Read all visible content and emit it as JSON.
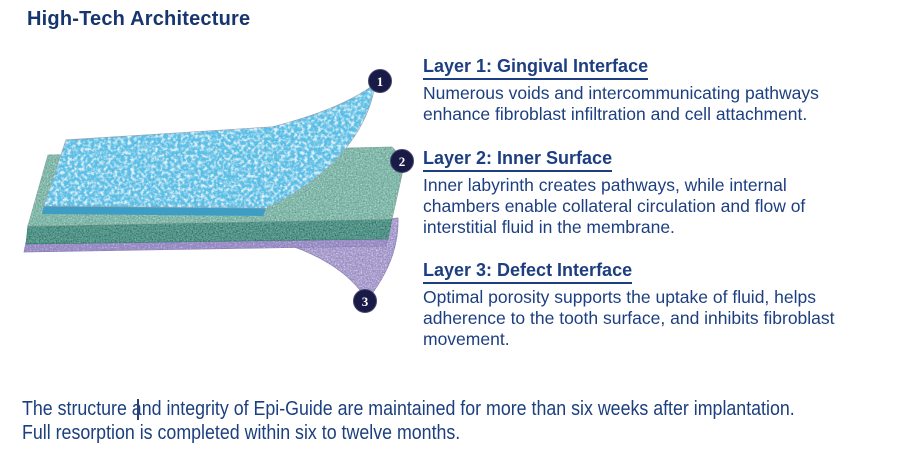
{
  "title": "High-Tech Architecture",
  "colors": {
    "text_blue": "#1d3f81",
    "title_blue": "#17356f",
    "layer1_blue_top": "#5ec2ea",
    "layer1_blue_edge": "#3e9dc4",
    "layer2_teal_top": "#7db9a9",
    "layer2_teal_front": "#4f988b",
    "layer3_purple_drape": "#a79bd0",
    "layer3_purple_strip": "#9487c2",
    "badge_navy": "#1a1a47"
  },
  "layers": [
    {
      "num": "1",
      "heading": "Layer 1: Gingival Interface",
      "body_lines": [
        "Numerous voids and intercommunicating pathways",
        "enhance fibroblast infiltration and cell attachment."
      ]
    },
    {
      "num": "2",
      "heading": "Layer 2: Inner Surface",
      "body_lines": [
        "Inner labyrinth creates pathways, while internal",
        "chambers enable collateral circulation and flow of",
        "interstitial fluid in the membrane."
      ]
    },
    {
      "num": "3",
      "heading": "Layer 3: Defect Interface",
      "body_lines": [
        "Optimal porosity supports the uptake of fluid, helps",
        "adherence to the tooth surface, and inhibits fibroblast",
        "movement."
      ]
    }
  ],
  "footer": {
    "line1": "The structure and integrity of Epi-Guide are maintained for more than six weeks after implantation.",
    "line2": "Full resorption is completed within six to twelve months."
  }
}
